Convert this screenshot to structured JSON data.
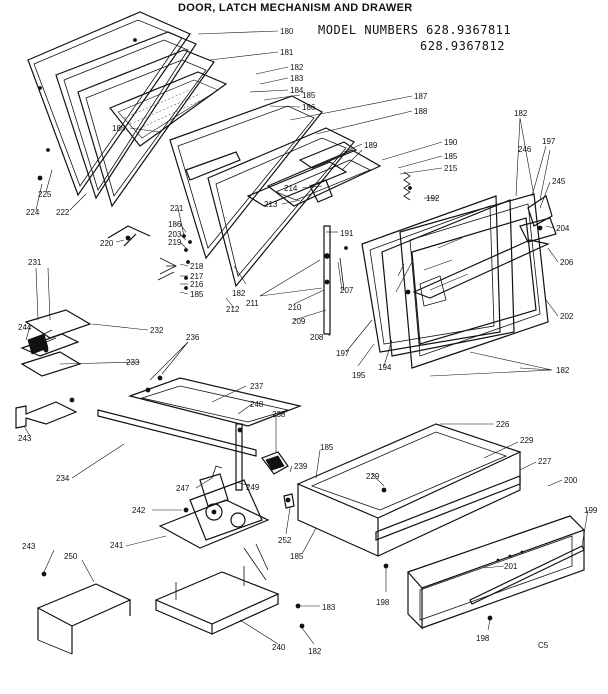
{
  "header": {
    "title": "DOOR, LATCH MECHANISM AND DRAWER",
    "model_label": "MODEL NUMBERS 628.9367811",
    "model_second": "628.9367812"
  },
  "corner_code": "C5",
  "callouts": [
    {
      "id": "c180",
      "text": "180"
    },
    {
      "id": "c181",
      "text": "181"
    },
    {
      "id": "c182a",
      "text": "182"
    },
    {
      "id": "c183a",
      "text": "183"
    },
    {
      "id": "c184",
      "text": "184"
    },
    {
      "id": "c185a",
      "text": "185"
    },
    {
      "id": "c186",
      "text": "186"
    },
    {
      "id": "c187",
      "text": "187"
    },
    {
      "id": "c188",
      "text": "188"
    },
    {
      "id": "c182b",
      "text": "182"
    },
    {
      "id": "c197a",
      "text": "197"
    },
    {
      "id": "c189",
      "text": "189"
    },
    {
      "id": "c190",
      "text": "190"
    },
    {
      "id": "c185b",
      "text": "185"
    },
    {
      "id": "c215",
      "text": "215"
    },
    {
      "id": "c246",
      "text": "246"
    },
    {
      "id": "c245",
      "text": "245"
    },
    {
      "id": "c214",
      "text": "214"
    },
    {
      "id": "c213",
      "text": "213"
    },
    {
      "id": "c192",
      "text": "192"
    },
    {
      "id": "c204",
      "text": "204"
    },
    {
      "id": "c185c",
      "text": "185"
    },
    {
      "id": "c225",
      "text": "225"
    },
    {
      "id": "c224",
      "text": "224"
    },
    {
      "id": "c222",
      "text": "222"
    },
    {
      "id": "c221",
      "text": "221"
    },
    {
      "id": "c186b",
      "text": "186"
    },
    {
      "id": "c203",
      "text": "203"
    },
    {
      "id": "c219",
      "text": "219"
    },
    {
      "id": "c191",
      "text": "191"
    },
    {
      "id": "c206",
      "text": "206"
    },
    {
      "id": "c231",
      "text": "231"
    },
    {
      "id": "c220",
      "text": "220"
    },
    {
      "id": "c218",
      "text": "218"
    },
    {
      "id": "c217",
      "text": "217"
    },
    {
      "id": "c216",
      "text": "216"
    },
    {
      "id": "c185d",
      "text": "185"
    },
    {
      "id": "c182c",
      "text": "182"
    },
    {
      "id": "c211",
      "text": "211"
    },
    {
      "id": "c210",
      "text": "210"
    },
    {
      "id": "c207",
      "text": "207"
    },
    {
      "id": "c202",
      "text": "202"
    },
    {
      "id": "c244",
      "text": "244"
    },
    {
      "id": "c232",
      "text": "232"
    },
    {
      "id": "c209",
      "text": "209"
    },
    {
      "id": "c212",
      "text": "212"
    },
    {
      "id": "c208",
      "text": "208"
    },
    {
      "id": "c236",
      "text": "236"
    },
    {
      "id": "c197b",
      "text": "197"
    },
    {
      "id": "c233",
      "text": "233"
    },
    {
      "id": "c195",
      "text": "195"
    },
    {
      "id": "c194",
      "text": "194"
    },
    {
      "id": "c182d",
      "text": "182"
    },
    {
      "id": "c243a",
      "text": "243"
    },
    {
      "id": "c237",
      "text": "237"
    },
    {
      "id": "c248",
      "text": "248"
    },
    {
      "id": "c238",
      "text": "238"
    },
    {
      "id": "c226",
      "text": "226"
    },
    {
      "id": "c229a",
      "text": "229"
    },
    {
      "id": "c185e",
      "text": "185"
    },
    {
      "id": "c227",
      "text": "227"
    },
    {
      "id": "c234",
      "text": "234"
    },
    {
      "id": "c239",
      "text": "239"
    },
    {
      "id": "c229b",
      "text": "229"
    },
    {
      "id": "c247",
      "text": "247"
    },
    {
      "id": "c249",
      "text": "249"
    },
    {
      "id": "c200",
      "text": "200"
    },
    {
      "id": "c242",
      "text": "242"
    },
    {
      "id": "c199",
      "text": "199"
    },
    {
      "id": "c252",
      "text": "252"
    },
    {
      "id": "c185f",
      "text": "185"
    },
    {
      "id": "c241",
      "text": "241"
    },
    {
      "id": "c243b",
      "text": "243"
    },
    {
      "id": "c250",
      "text": "250"
    },
    {
      "id": "c201",
      "text": "201"
    },
    {
      "id": "c198a",
      "text": "198"
    },
    {
      "id": "c183b",
      "text": "183"
    },
    {
      "id": "c198b",
      "text": "198"
    },
    {
      "id": "c240",
      "text": "240"
    },
    {
      "id": "c182e",
      "text": "182"
    }
  ]
}
